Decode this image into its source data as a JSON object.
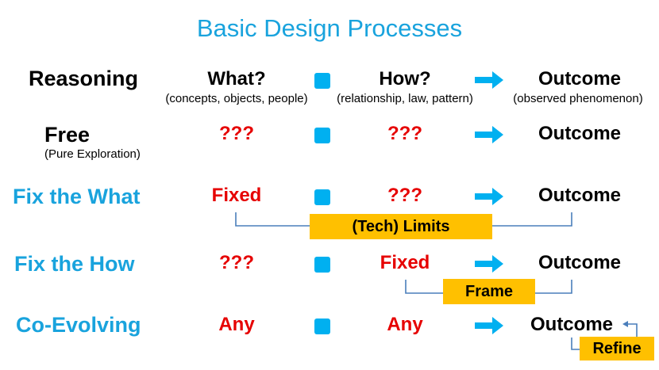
{
  "title": "Basic Design Processes",
  "header_row": {
    "label": "Reasoning",
    "what": "What?",
    "what_sub": "(concepts, objects, people)",
    "how": "How?",
    "how_sub": "(relationship, law, pattern)",
    "outcome": "Outcome",
    "outcome_sub": "(observed phenomenon)"
  },
  "rows": [
    {
      "label": "Free",
      "sublabel": "(Pure Exploration)",
      "what": "???",
      "how": "???",
      "outcome": "Outcome"
    },
    {
      "label": "Fix the What",
      "what": "Fixed",
      "how": "???",
      "outcome": "Outcome",
      "constraint": "(Tech) Limits"
    },
    {
      "label": "Fix the How",
      "what": "???",
      "how": "Fixed",
      "outcome": "Outcome",
      "constraint": "Frame"
    },
    {
      "label": "Co-Evolving",
      "what": "Any",
      "how": "Any",
      "outcome": "Outcome",
      "constraint": "Refine"
    }
  ],
  "colors": {
    "title": "#19a3dd",
    "row_label_blue": "#19a3dd",
    "unknown_red": "#e60000",
    "operator_blue": "#00b0f0",
    "constraint_box": "#ffc000",
    "connector_line": "#4a7ebb"
  },
  "icons": {
    "operator": "blue-square-operator-icon",
    "arrow": "right-arrow-icon"
  }
}
